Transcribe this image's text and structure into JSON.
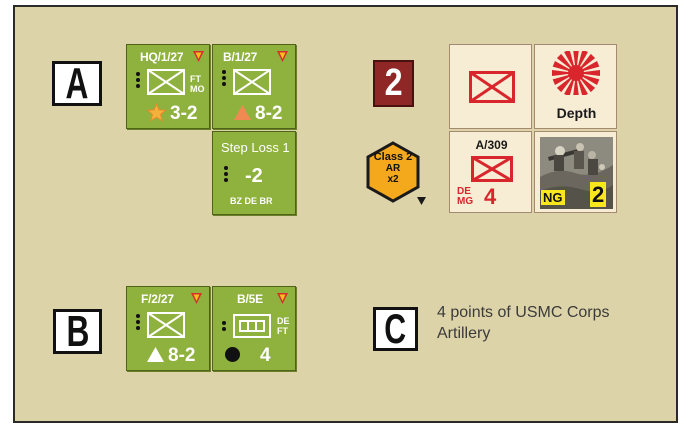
{
  "colors": {
    "background": "#ddd3a9",
    "usmc_counter": "#8fb13d",
    "japanese_counter": "#f7ecd4",
    "japanese_red": "#d9262c",
    "marker_hex": "#f4a81c",
    "turn_box": "#8f2727"
  },
  "labels": {
    "a": "A",
    "b": "B",
    "c": "C",
    "turn": "2"
  },
  "counters": {
    "hq_1_27": {
      "id": "HQ/1/27",
      "tag1": "FT",
      "tag2": "MO",
      "strength": "3-2"
    },
    "b_1_27": {
      "id": "B/1/27",
      "strength": "8-2"
    },
    "step_loss": {
      "title": "Step Loss 1",
      "value": "-2",
      "tags": "BZ DE BR"
    },
    "f_2_27": {
      "id": "F/2/27",
      "strength": "8-2"
    },
    "b_5e": {
      "id": "B/5E",
      "tag1": "DE",
      "tag2": "FT",
      "strength": "4"
    }
  },
  "japanese": {
    "depth_label": "Depth",
    "a_309": {
      "id": "A/309",
      "tag1": "DE",
      "tag2": "MG",
      "strength": "4"
    },
    "naval_gun": {
      "tag": "NG",
      "value": "2"
    }
  },
  "marker": {
    "line1": "Class 2",
    "line2": "AR",
    "line3": "x2"
  },
  "note": "4 points of USMC Corps Artillery",
  "icons": [
    "usmc-emblem-icon",
    "star-icon",
    "triangle-icon",
    "circle-icon",
    "rising-sun-icon",
    "infantry-symbol-icon",
    "tank-symbol-icon"
  ]
}
